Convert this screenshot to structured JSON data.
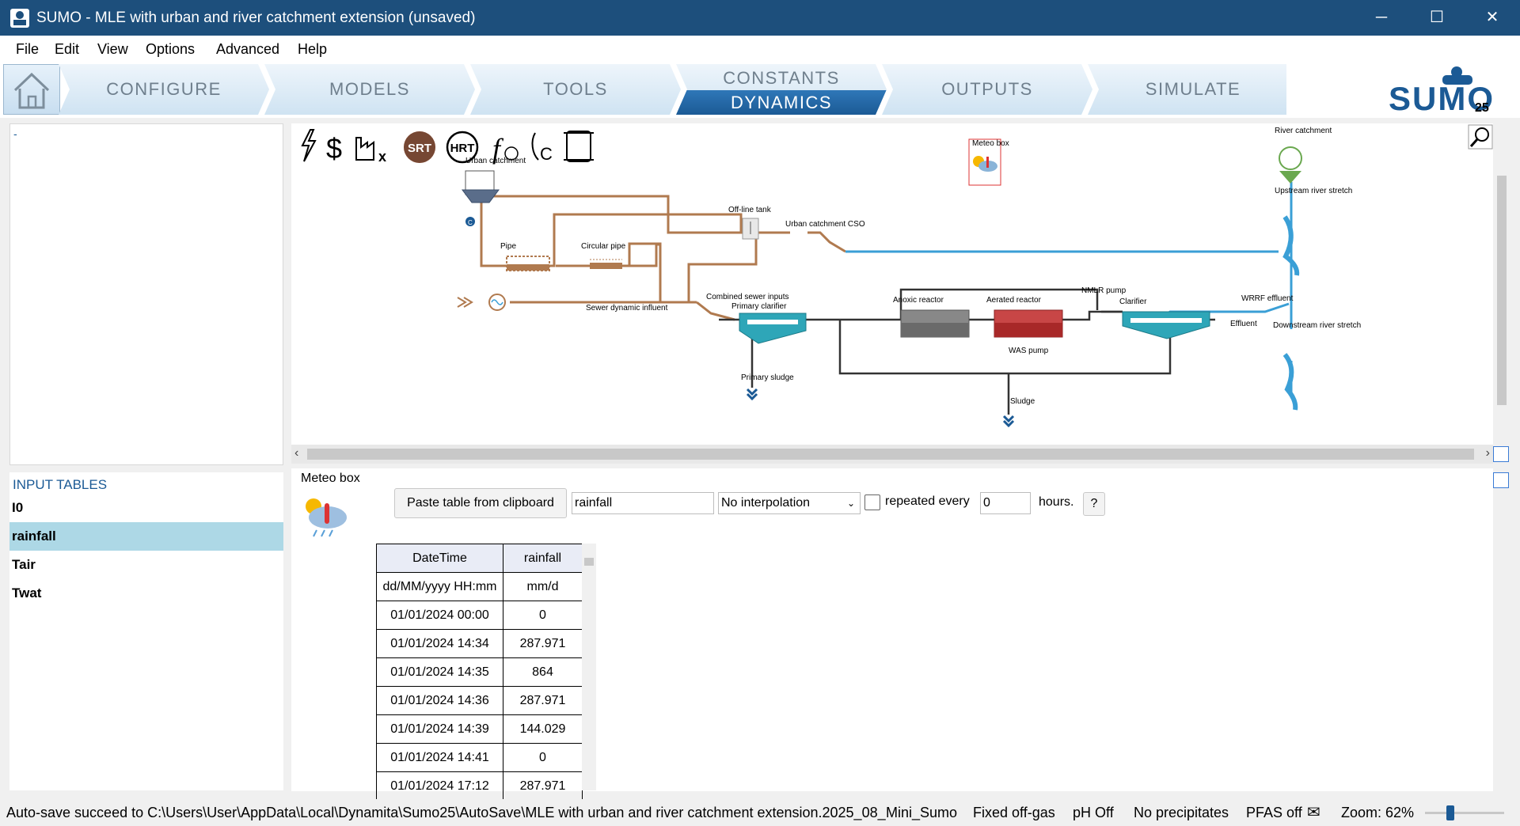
{
  "window": {
    "title": "SUMO - MLE with urban and river catchment extension (unsaved)",
    "minimize": "─",
    "maximize": "☐",
    "close": "✕"
  },
  "menu": [
    "File",
    "Edit",
    "View",
    "Options",
    "Advanced",
    "Help"
  ],
  "nav": {
    "tabs": [
      "CONFIGURE",
      "MODELS",
      "TOOLS",
      "OUTPUTS",
      "SIMULATE"
    ],
    "split_tab": {
      "upper": "CONSTANTS",
      "lower": "DYNAMICS"
    },
    "logo_text": "SUMO",
    "logo_version": "25"
  },
  "left_top": {
    "text": "-"
  },
  "input_tables": {
    "title": "INPUT TABLES",
    "items": [
      "I0",
      "rainfall",
      "Tair",
      "Twat"
    ],
    "selected": "rainfall"
  },
  "toolbar_icons": [
    "lightning-icon",
    "dollar-icon",
    "factory-x-icon",
    "srt-icon",
    "hrt-icon",
    "function-icon",
    "foot-carbon-icon",
    "scroll-icon"
  ],
  "toolbar_text": {
    "srt": "SRT",
    "hrt": "HRT"
  },
  "diagram_labels": {
    "urban_catchment": "Urban catchment",
    "pipe": "Pipe",
    "circular_pipe": "Circular pipe",
    "offline_tank": "Off-line tank",
    "urban_cso": "Urban catchment CSO",
    "sewer_influent": "Sewer dynamic influent",
    "combined_sewer": "Combined sewer inputs",
    "primary_clarifier": "Primary clarifier",
    "anoxic": "Anoxic reactor",
    "aerated": "Aerated reactor",
    "nmlr": "NMLR pump",
    "clarifier": "Clarifier",
    "was_pump": "WAS pump",
    "primary_sludge": "Primary sludge",
    "sludge": "Sludge",
    "effluent": "Effluent",
    "wrrf_effluent": "WRRF effluent",
    "river_catchment": "River catchment",
    "upstream": "Upstream river stretch",
    "downstream": "Downstream river stretch",
    "meteo_box": "Meteo box",
    "c": "C"
  },
  "bottom": {
    "section_title": "Meteo box",
    "paste_button": "Paste table from clipboard",
    "table_name": "rainfall",
    "interpolation": "No interpolation",
    "repeated_label": "repeated every",
    "repeat_value": "0",
    "hours_label": "hours.",
    "help_button": "?"
  },
  "table": {
    "headers": [
      "DateTime",
      "rainfall"
    ],
    "units": [
      "dd/MM/yyyy HH:mm",
      "mm/d"
    ],
    "rows": [
      [
        "01/01/2024 00:00",
        "0"
      ],
      [
        "01/01/2024 14:34",
        "287.971"
      ],
      [
        "01/01/2024 14:35",
        "864"
      ],
      [
        "01/01/2024 14:36",
        "287.971"
      ],
      [
        "01/01/2024 14:39",
        "144.029"
      ],
      [
        "01/01/2024 14:41",
        "0"
      ],
      [
        "01/01/2024 17:12",
        "287.971"
      ]
    ]
  },
  "status": {
    "autosave": "Auto-save succeed to C:\\Users\\User\\AppData\\Local\\Dynamita\\Sumo25\\AutoSave\\MLE with urban and river catchment extension.2025_08_",
    "mini": "Mini_Sumo",
    "offgas": "Fixed off-gas",
    "ph": "pH Off",
    "precip": "No precipitates",
    "pfas": "PFAS off",
    "zoom": "Zoom: 62%",
    "zoom_level": 0.62
  },
  "colors": {
    "titlebar": "#1d4f7c",
    "sewer": "#b07a4f",
    "river": "#3a9fd6",
    "plant": "#333333",
    "selection": "#add8e6",
    "accent": "#1b5a95"
  }
}
